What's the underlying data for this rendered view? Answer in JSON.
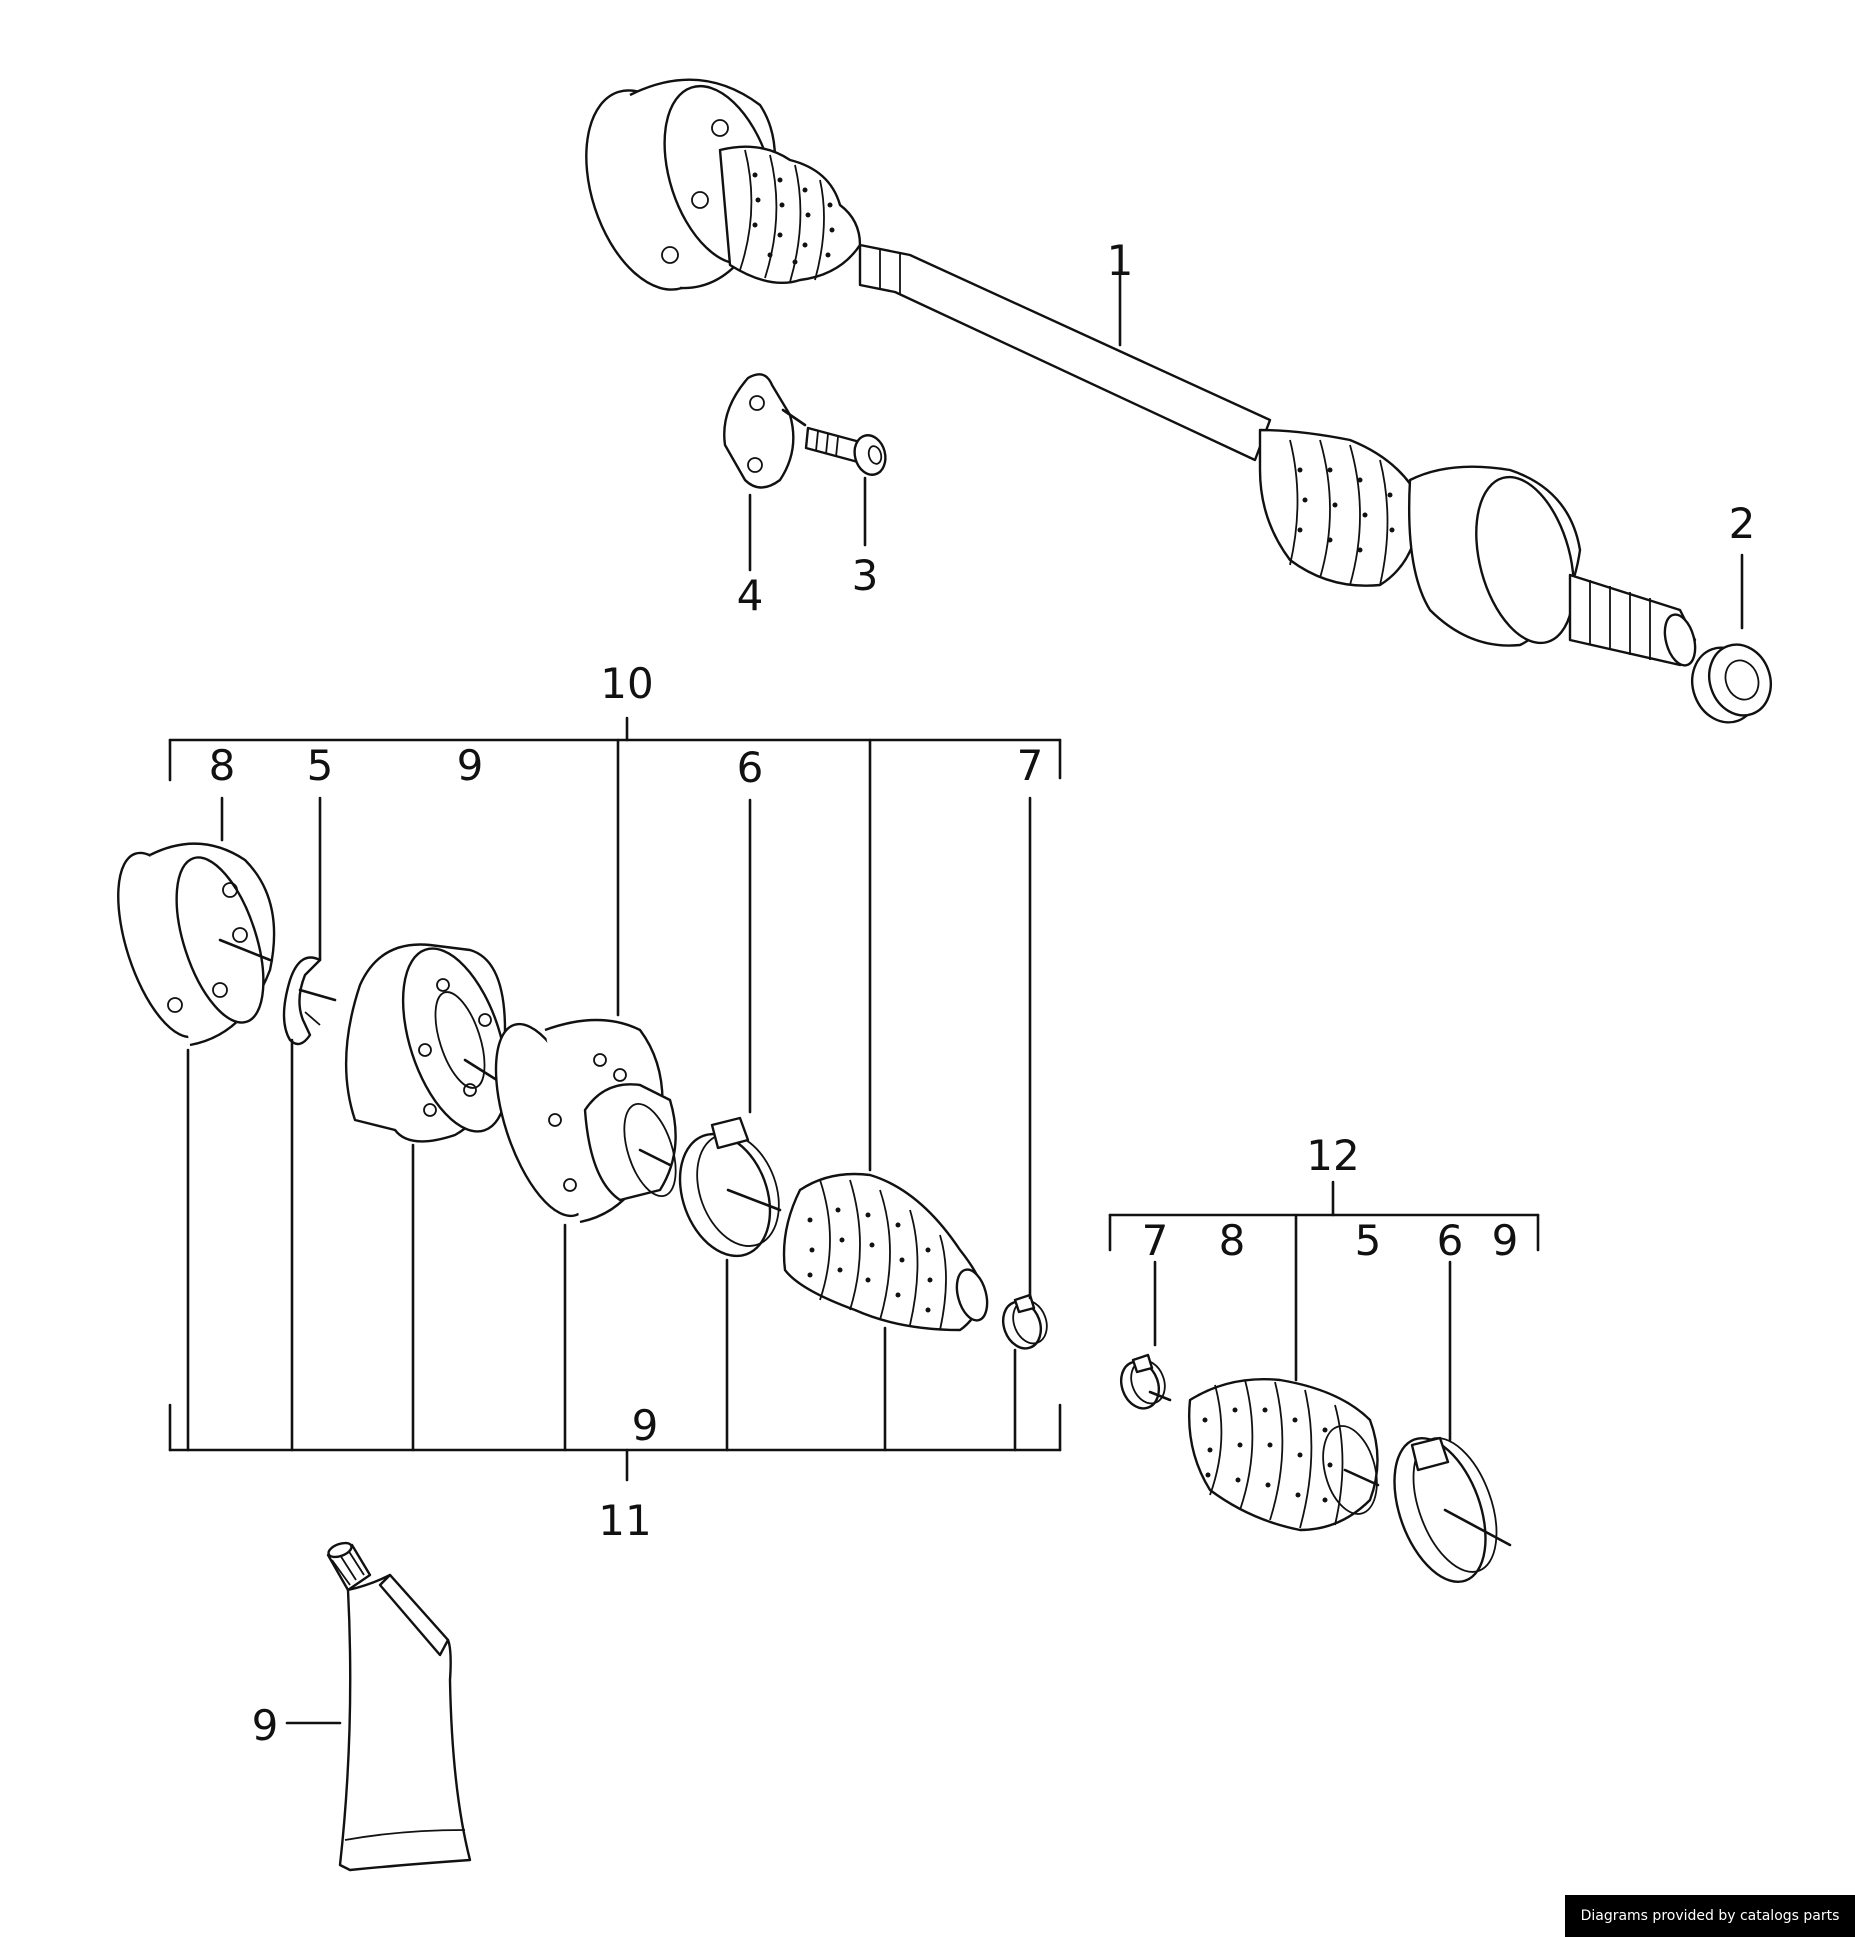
{
  "callouts": {
    "c1": "1",
    "c2": "2",
    "c3": "3",
    "c4": "4",
    "c10": "10",
    "c11": "11",
    "c12": "12",
    "g10_8": "8",
    "g10_5": "5",
    "g10_9": "9",
    "g10_6": "6",
    "g10_7": "7",
    "g11_9": "9",
    "g12_7": "7",
    "g12_8": "8",
    "g12_5": "5",
    "g12_6": "6",
    "g12_9": "9",
    "tube_9": "9"
  },
  "credit": "Diagrams provided by catalogs parts"
}
